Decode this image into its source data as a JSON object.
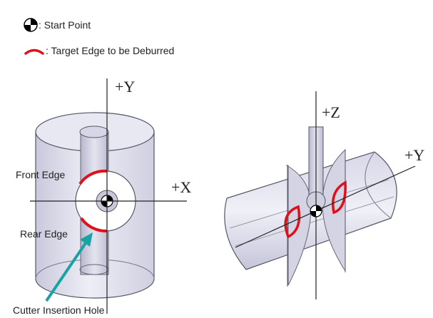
{
  "legend": {
    "start_point": ": Start Point",
    "target_edge": ": Target Edge to be Deburred"
  },
  "left_view": {
    "axis_y": "+Y",
    "axis_x": "+X",
    "front_edge": "Front Edge",
    "rear_edge": "Rear Edge",
    "cutter_hole": "Cutter Insertion Hole"
  },
  "right_view": {
    "axis_z": "+Z",
    "axis_y": "+Y"
  },
  "colors": {
    "edge": "#e0101a",
    "arrow": "#1aa3a3",
    "body": "#e6e6f2",
    "outline": "#555566"
  }
}
